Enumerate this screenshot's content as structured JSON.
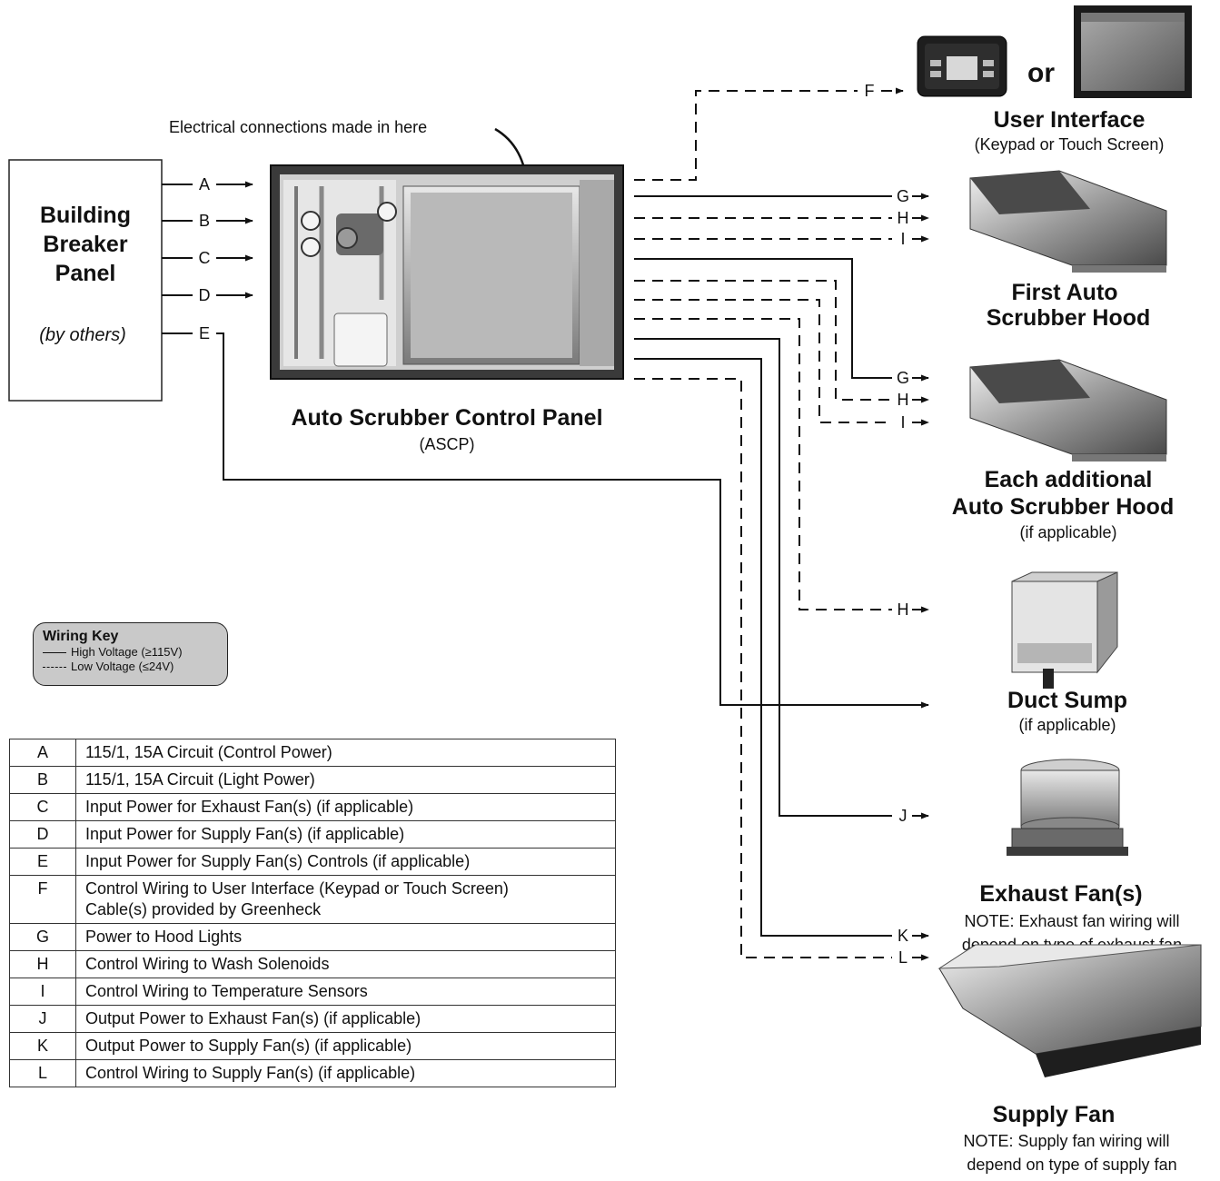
{
  "diagram": {
    "callout": "Electrical connections made in here",
    "breaker_panel": {
      "line1": "Building",
      "line2": "Breaker",
      "line3": "Panel",
      "note": "(by others)"
    },
    "control_panel": {
      "title": "Auto Scrubber Control Panel",
      "subtitle": "(ASCP)"
    },
    "user_interface": {
      "or_text": "or",
      "title": "User Interface",
      "subtitle": "(Keypad or Touch Screen)"
    },
    "first_hood": {
      "line1": "First Auto",
      "line2": "Scrubber Hood"
    },
    "additional_hood": {
      "line1": "Each additional",
      "line2": "Auto Scrubber Hood",
      "subtitle": "(if applicable)"
    },
    "duct_sump": {
      "title": "Duct Sump",
      "subtitle": "(if applicable)"
    },
    "exhaust_fan": {
      "title": "Exhaust Fan(s)",
      "note1": "NOTE: Exhaust fan wiring will",
      "note2": "depend on type of exhaust fan"
    },
    "supply_fan": {
      "title": "Supply Fan",
      "note1": "NOTE: Supply fan wiring will",
      "note2": "depend on type of supply fan"
    },
    "wire_labels": {
      "A": "A",
      "B": "B",
      "C": "C",
      "D": "D",
      "E": "E",
      "F": "F",
      "G1": "G",
      "H1": "H",
      "I1": "I",
      "G2": "G",
      "H2": "H",
      "I2": "I",
      "H3": "H",
      "J": "J",
      "K": "K",
      "L": "L"
    }
  },
  "wiring_key": {
    "title": "Wiring Key",
    "high_voltage": "High Voltage (≥115V)",
    "low_voltage": "Low Voltage (≤24V)"
  },
  "wire_table": [
    {
      "code": "A",
      "desc": "115/1, 15A Circuit (Control Power)"
    },
    {
      "code": "B",
      "desc": "115/1, 15A Circuit (Light Power)"
    },
    {
      "code": "C",
      "desc": "Input Power for Exhaust Fan(s) (if applicable)"
    },
    {
      "code": "D",
      "desc": "Input Power for Supply Fan(s) (if applicable)"
    },
    {
      "code": "E",
      "desc": "Input Power for Supply Fan(s) Controls (if applicable)"
    },
    {
      "code": "F",
      "desc": "Control Wiring to User Interface (Keypad or Touch Screen)\nCable(s) provided by Greenheck"
    },
    {
      "code": "G",
      "desc": "Power to Hood Lights"
    },
    {
      "code": "H",
      "desc": "Control Wiring to Wash Solenoids"
    },
    {
      "code": "I",
      "desc": "Control Wiring to Temperature Sensors"
    },
    {
      "code": "J",
      "desc": "Output Power to Exhaust Fan(s) (if applicable)"
    },
    {
      "code": "K",
      "desc": "Output Power to Supply Fan(s) (if applicable)"
    },
    {
      "code": "L",
      "desc": "Control Wiring to Supply Fan(s) (if applicable)"
    }
  ]
}
